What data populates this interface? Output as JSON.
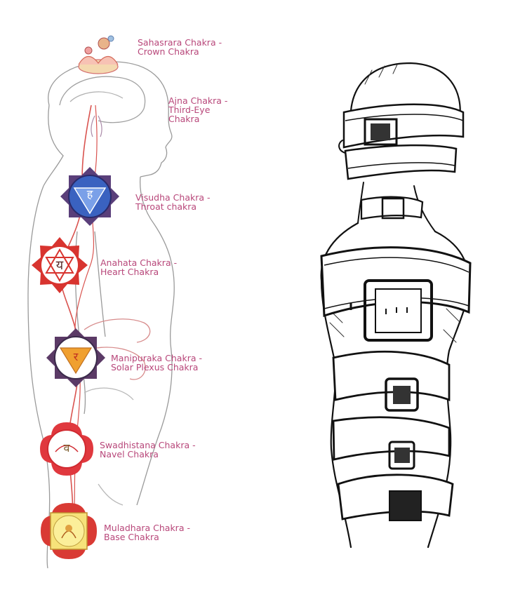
{
  "chakras": [
    {
      "id": "sahasrara",
      "lines": [
        "Sahasrara Chakra -",
        "Crown Chakra"
      ],
      "color": "#e25a5a",
      "glyph": ""
    },
    {
      "id": "ajna",
      "lines": [
        "Ajna Chakra -",
        "Third-Eye",
        "Chakra"
      ],
      "color": "#8a6aa8",
      "glyph": ""
    },
    {
      "id": "visudha",
      "lines": [
        "Visudha Chakra -",
        "Throat chakra"
      ],
      "color": "#6a4f9a",
      "glyph": "ह"
    },
    {
      "id": "anahata",
      "lines": [
        "Anahata Chakra -",
        "Heart Chakra"
      ],
      "color": "#d8342f",
      "glyph": "य"
    },
    {
      "id": "manipuraka",
      "lines": [
        "Manipuraka Chakra -",
        "Solar Plexus Chakra"
      ],
      "color": "#5b3a66",
      "glyph": "र"
    },
    {
      "id": "swadhistana",
      "lines": [
        "Swadhistana Chakra -",
        "Navel Chakra"
      ],
      "color": "#e0383e",
      "glyph": "व"
    },
    {
      "id": "muladhara",
      "lines": [
        "Muladhara Chakra -",
        "Base Chakra"
      ],
      "color": "#d93a34",
      "glyph": ""
    }
  ],
  "colors": {
    "label": "#b8477a",
    "ink": "#1a1a1a",
    "body_line": "#888888",
    "nadi": "#d9534f"
  }
}
